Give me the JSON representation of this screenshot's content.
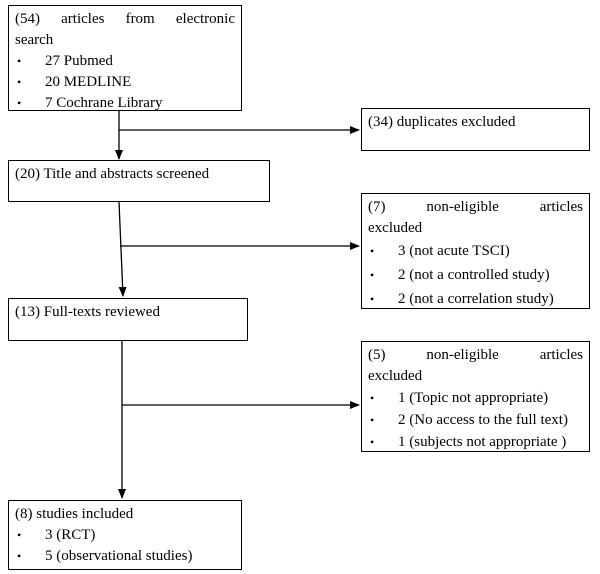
{
  "boxes": {
    "search": {
      "line1": "(54) articles from electronic",
      "line2": "search",
      "items": [
        "27 Pubmed",
        "20 MEDLINE",
        "7 Cochrane Library"
      ]
    },
    "duplicates": {
      "text": "(34) duplicates excluded"
    },
    "screened": {
      "text": "(20) Title and abstracts screened"
    },
    "excluded1": {
      "line1": "(7) non-eligible articles",
      "line2": "excluded",
      "items": [
        "3 (not acute TSCI)",
        "2 (not a controlled study)",
        "2 (not a correlation study)"
      ]
    },
    "fulltext": {
      "text": "(13) Full-texts reviewed"
    },
    "excluded2": {
      "line1": "(5) non-eligible articles",
      "line2": "excluded",
      "items": [
        "1 (Topic not appropriate)",
        "2 (No access to the full text)",
        "1 (subjects not appropriate )"
      ]
    },
    "included": {
      "text": "(8) studies included",
      "items": [
        "3 (RCT)",
        "5 (observational studies)"
      ]
    }
  }
}
